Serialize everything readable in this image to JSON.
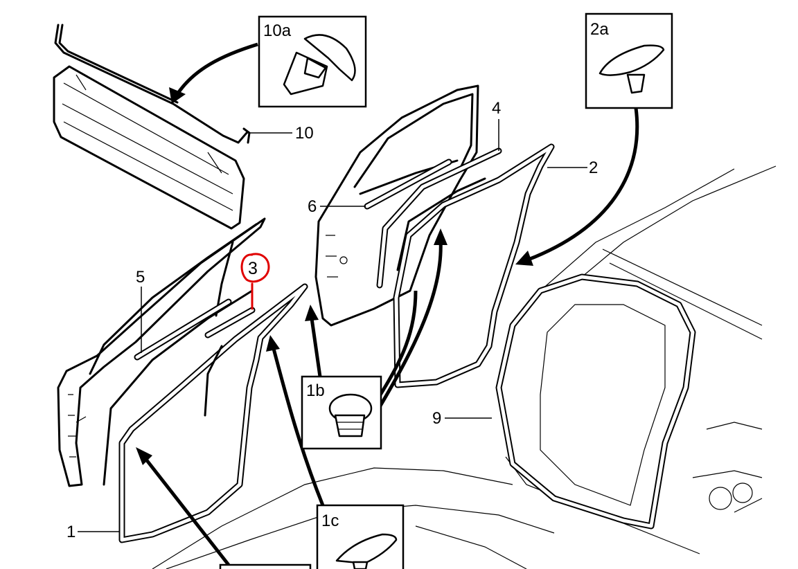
{
  "labels": {
    "p1": "1",
    "p2": "2",
    "p3": "3",
    "p4": "4",
    "p5": "5",
    "p6": "6",
    "p9": "9",
    "p10": "10"
  },
  "callouts": {
    "c10a": "10a",
    "c2a": "2a",
    "c1b": "1b",
    "c1c": "1c"
  },
  "colors": {
    "line": "#000000",
    "background": "#ffffff",
    "highlight": "#e00000"
  }
}
